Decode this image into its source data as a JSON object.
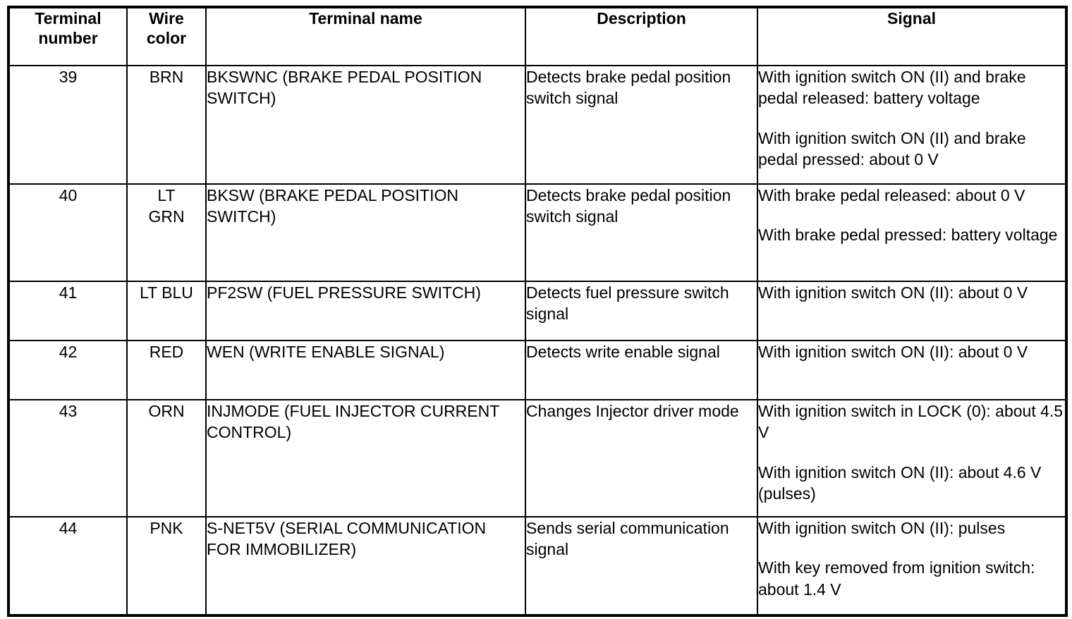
{
  "table": {
    "headers": [
      {
        "line1": "Terminal",
        "line2": "number"
      },
      {
        "line1": "Wire",
        "line2": "color"
      },
      {
        "line1": "Terminal name",
        "line2": ""
      },
      {
        "line1": "Description",
        "line2": ""
      },
      {
        "line1": "Signal",
        "line2": ""
      }
    ],
    "rows": [
      {
        "terminal_number": "39",
        "wire_color_line1": "BRN",
        "wire_color_line2": "",
        "terminal_name": "BKSWNC (BRAKE PEDAL POSITION SWITCH)",
        "description": "Detects brake pedal position switch signal",
        "signal_paragraphs": [
          "With ignition switch ON (II) and brake pedal released: battery voltage",
          "With ignition switch ON (II) and brake pedal pressed: about 0 V"
        ]
      },
      {
        "terminal_number": "40",
        "wire_color_line1": "LT",
        "wire_color_line2": "GRN",
        "terminal_name": "BKSW (BRAKE PEDAL POSITION SWITCH)",
        "description": "Detects brake pedal position switch signal",
        "signal_paragraphs": [
          "With brake pedal released: about 0 V",
          "With brake pedal pressed: battery voltage"
        ]
      },
      {
        "terminal_number": "41",
        "wire_color_line1": "LT BLU",
        "wire_color_line2": "",
        "terminal_name": "PF2SW (FUEL PRESSURE SWITCH)",
        "description": "Detects fuel pressure switch signal",
        "signal_paragraphs": [
          "With ignition switch ON (II): about 0 V"
        ]
      },
      {
        "terminal_number": "42",
        "wire_color_line1": "RED",
        "wire_color_line2": "",
        "terminal_name": "WEN (WRITE ENABLE SIGNAL)",
        "description": "Detects write enable signal",
        "signal_paragraphs": [
          "With ignition switch ON (II): about 0 V"
        ]
      },
      {
        "terminal_number": "43",
        "wire_color_line1": "ORN",
        "wire_color_line2": "",
        "terminal_name": "INJMODE (FUEL INJECTOR CURRENT CONTROL)",
        "description": "Changes Injector driver mode",
        "signal_paragraphs": [
          "With ignition switch in LOCK (0): about 4.5 V",
          "With ignition switch ON (II): about 4.6 V (pulses)"
        ]
      },
      {
        "terminal_number": "44",
        "wire_color_line1": "PNK",
        "wire_color_line2": "",
        "terminal_name": "S-NET5V (SERIAL COMMUNICATION FOR IMMOBILIZER)",
        "description": "Sends serial communication signal",
        "signal_paragraphs": [
          "With ignition switch ON (II): pulses",
          "With key removed from ignition switch: about 1.4 V"
        ]
      }
    ]
  }
}
